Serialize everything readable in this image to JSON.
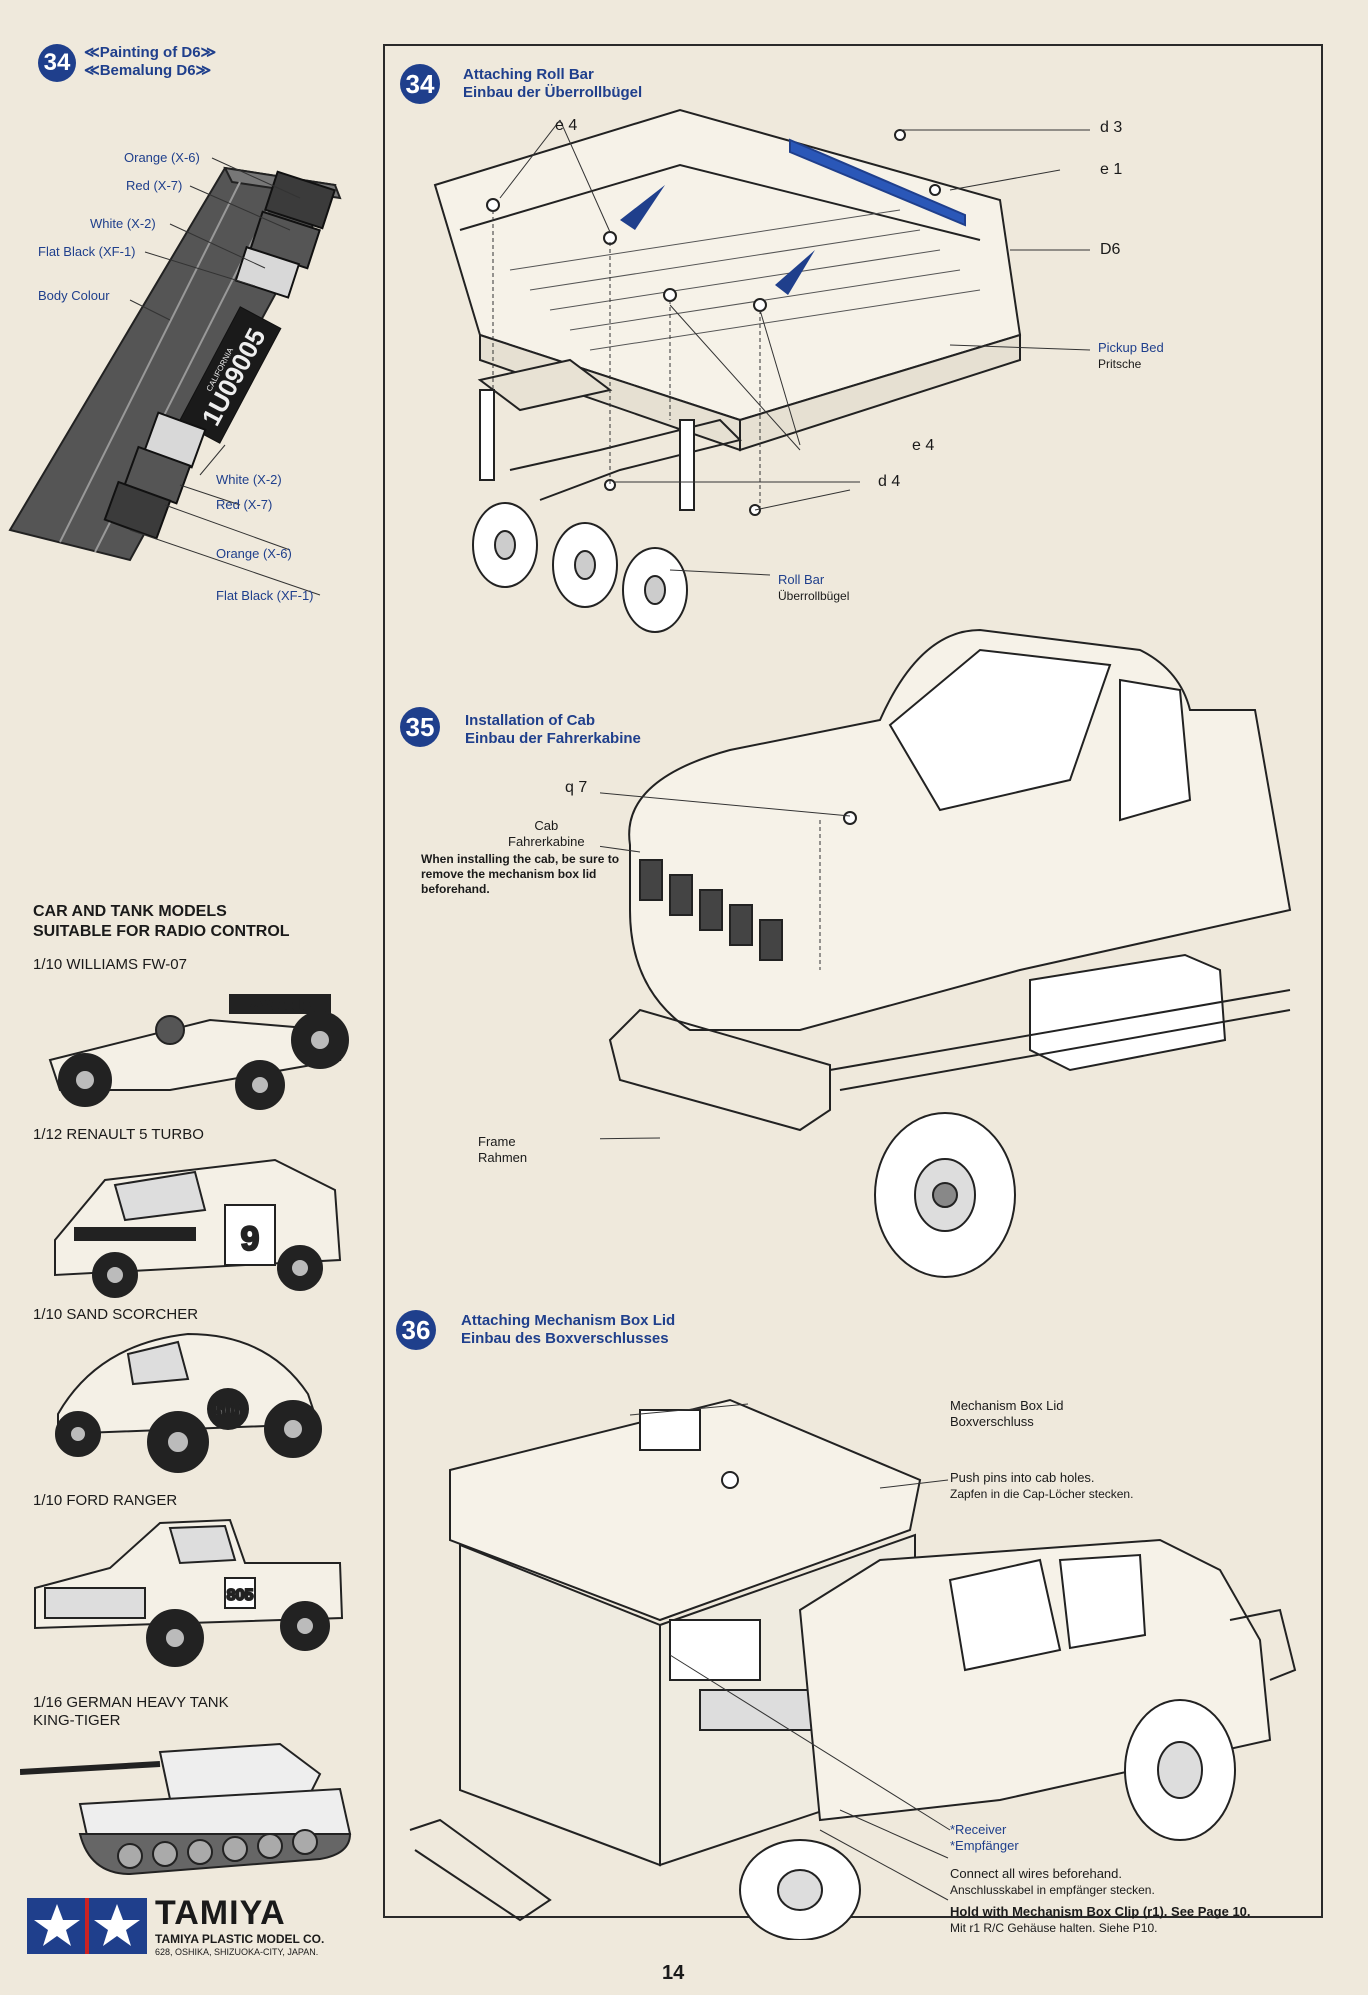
{
  "page_number": "14",
  "colors": {
    "accent": "#1f3f8c",
    "paper": "#efe9dc",
    "ink": "#1a1a1a"
  },
  "step34a": {
    "number": "34",
    "title_en": "≪Painting of D6≫",
    "title_de": "≪Bemalung D6≫",
    "labels_top": [
      "Orange (X-6)",
      "Red (X-7)",
      "White (X-2)",
      "Flat Black (XF-1)",
      "Body Colour"
    ],
    "labels_bottom": [
      "White (X-2)",
      "Red (X-7)",
      "Orange (X-6)",
      "Flat Black (XF-1)"
    ],
    "plate_text": "1U09005",
    "plate_state": "CALIFORNIA"
  },
  "step34": {
    "number": "34",
    "title_en": "Attaching Roll Bar",
    "title_de": "Einbau der Überrollbügel",
    "part_labels": {
      "e4_top": "e 4",
      "d3": "d 3",
      "e1": "e 1",
      "d6": "D6",
      "e4_bottom": "e 4",
      "d4": "d 4"
    },
    "pickup_bed_en": "Pickup Bed",
    "pickup_bed_de": "Pritsche",
    "roll_bar_en": "Roll Bar",
    "roll_bar_de": "Überrollbügel"
  },
  "step35": {
    "number": "35",
    "title_en": "Installation of Cab",
    "title_de": "Einbau der Fahrerkabine",
    "q7": "q 7",
    "cab_en": "Cab",
    "cab_de": "Fahrerkabine",
    "note": "When installing the cab, be sure to remove the mechanism box lid beforehand.",
    "frame_en": "Frame",
    "frame_de": "Rahmen"
  },
  "step36": {
    "number": "36",
    "title_en": "Attaching Mechanism Box Lid",
    "title_de": "Einbau des Boxverschlusses",
    "lid_en": "Mechanism Box Lid",
    "lid_de": "Boxverschluss",
    "push_en": "Push pins into cab holes.",
    "push_de": "Zapfen in die Cap-Löcher stecken.",
    "receiver_en": "*Receiver",
    "receiver_de": "*Empfänger",
    "connect_en": "Connect all wires beforehand.",
    "connect_de": "Anschlusskabel in empfänger stecken.",
    "hold_en": "Hold with Mechanism Box Clip (r1). See Page 10.",
    "hold_de": "Mit r1 R/C Gehäuse halten. Siehe P10."
  },
  "models": {
    "heading_line1": "CAR AND TANK MODELS",
    "heading_line2": "SUITABLE FOR RADIO CONTROL",
    "items": [
      "1/10 WILLIAMS FW-07",
      "1/12 RENAULT 5 TURBO",
      "1/10 SAND SCORCHER",
      "1/10 FORD RANGER",
      "1/16 GERMAN HEAVY TANK\nKING-TIGER"
    ],
    "decals": {
      "sand": "506",
      "ranger": "805",
      "renault": "9"
    }
  },
  "brand": {
    "name": "TAMIYA",
    "company": "TAMIYA PLASTIC MODEL CO.",
    "address": "628, OSHIKA, SHIZUOKA-CITY, JAPAN."
  }
}
